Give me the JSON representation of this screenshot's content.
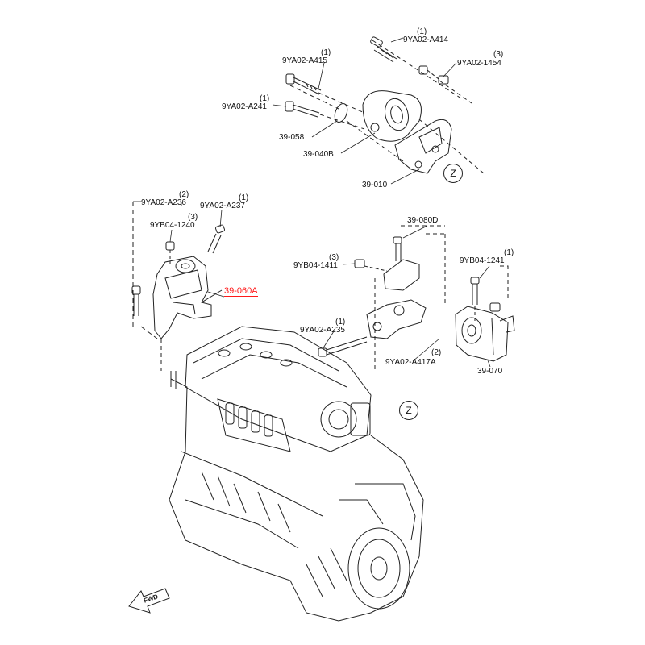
{
  "parts": {
    "a414": {
      "code": "9YA02-A414",
      "qty": "(1)"
    },
    "a415": {
      "code": "9YA02-A415",
      "qty": "(1)"
    },
    "a1454": {
      "code": "9YA02-1454",
      "qty": "(3)"
    },
    "a241": {
      "code": "9YA02-A241",
      "qty": "(1)"
    },
    "p39_058": {
      "code": "39-058"
    },
    "p39_040b": {
      "code": "39-040B"
    },
    "p39_010": {
      "code": "39-010"
    },
    "a236": {
      "code": "9YA02-A236",
      "qty": "(2)"
    },
    "a237": {
      "code": "9YA02-A237",
      "qty": "(1)"
    },
    "b1240": {
      "code": "9YB04-1240",
      "qty": "(3)"
    },
    "p39_060a": {
      "code": "39-060A"
    },
    "p39_080d": {
      "code": "39-080D"
    },
    "b1411": {
      "code": "9YB04-1411",
      "qty": "(3)"
    },
    "b1241": {
      "code": "9YB04-1241",
      "qty": "(1)"
    },
    "a235": {
      "code": "9YA02-A235",
      "qty": "(1)"
    },
    "a417a": {
      "code": "9YA02-A417A",
      "qty": "(2)"
    },
    "p39_070": {
      "code": "39-070"
    }
  },
  "ref_marks": {
    "z1": "Z",
    "z2": "Z"
  },
  "fwd_mark": "FWD",
  "colors": {
    "line": "#222222",
    "highlight": "#ff1a1a",
    "background": "#ffffff"
  }
}
